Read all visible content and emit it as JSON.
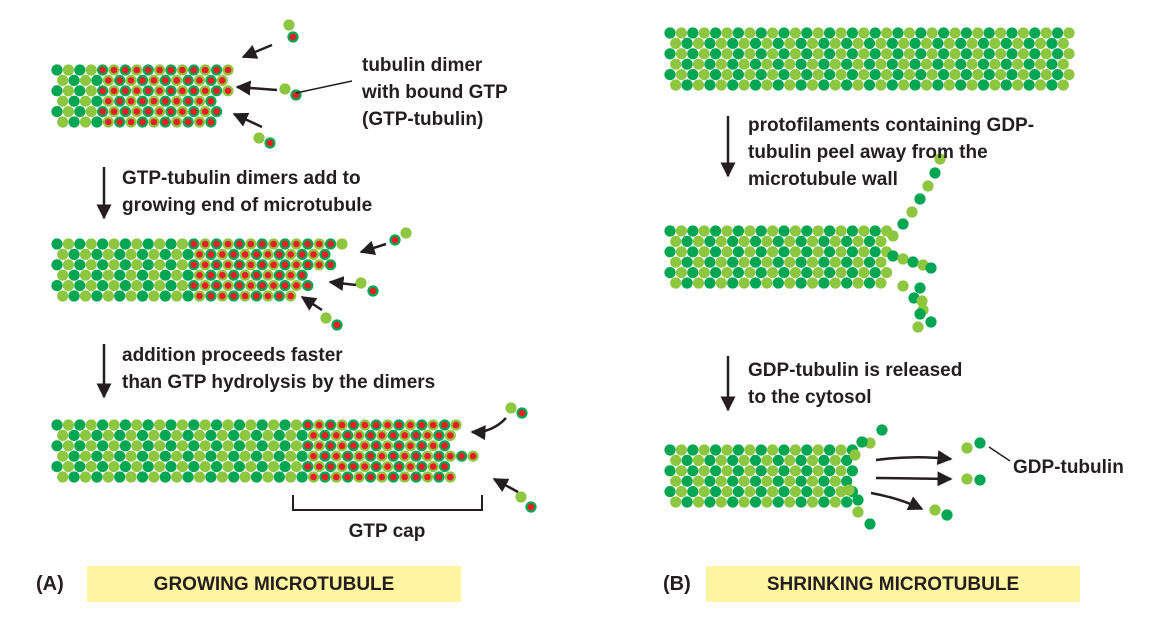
{
  "colors": {
    "dark_green": "#00a651",
    "light_green": "#8dc63f",
    "gtp_red": "#ed1c24",
    "banner_yellow": "#fff5a0",
    "text": "#231f20"
  },
  "panel_a": {
    "tag": "(A)",
    "banner": "GROWING MICROTUBULE",
    "dimer_label": [
      "tubulin dimer",
      "with bound GTP",
      "(GTP-tubulin)"
    ],
    "step1_label": [
      "GTP-tubulin dimers add to",
      "growing end of microtubule"
    ],
    "step2_label": [
      "addition proceeds faster",
      "than GTP hydrolysis by the dimers"
    ],
    "cap_label": "GTP cap"
  },
  "panel_b": {
    "tag": "(B)",
    "banner": "SHRINKING MICROTUBULE",
    "step1_label": [
      "protofilaments containing GDP-",
      "tubulin peel away from the",
      "microtubule wall"
    ],
    "step2_label": [
      "GDP-tubulin is released",
      "to the cytosol"
    ],
    "released_label": "GDP-tubulin"
  }
}
